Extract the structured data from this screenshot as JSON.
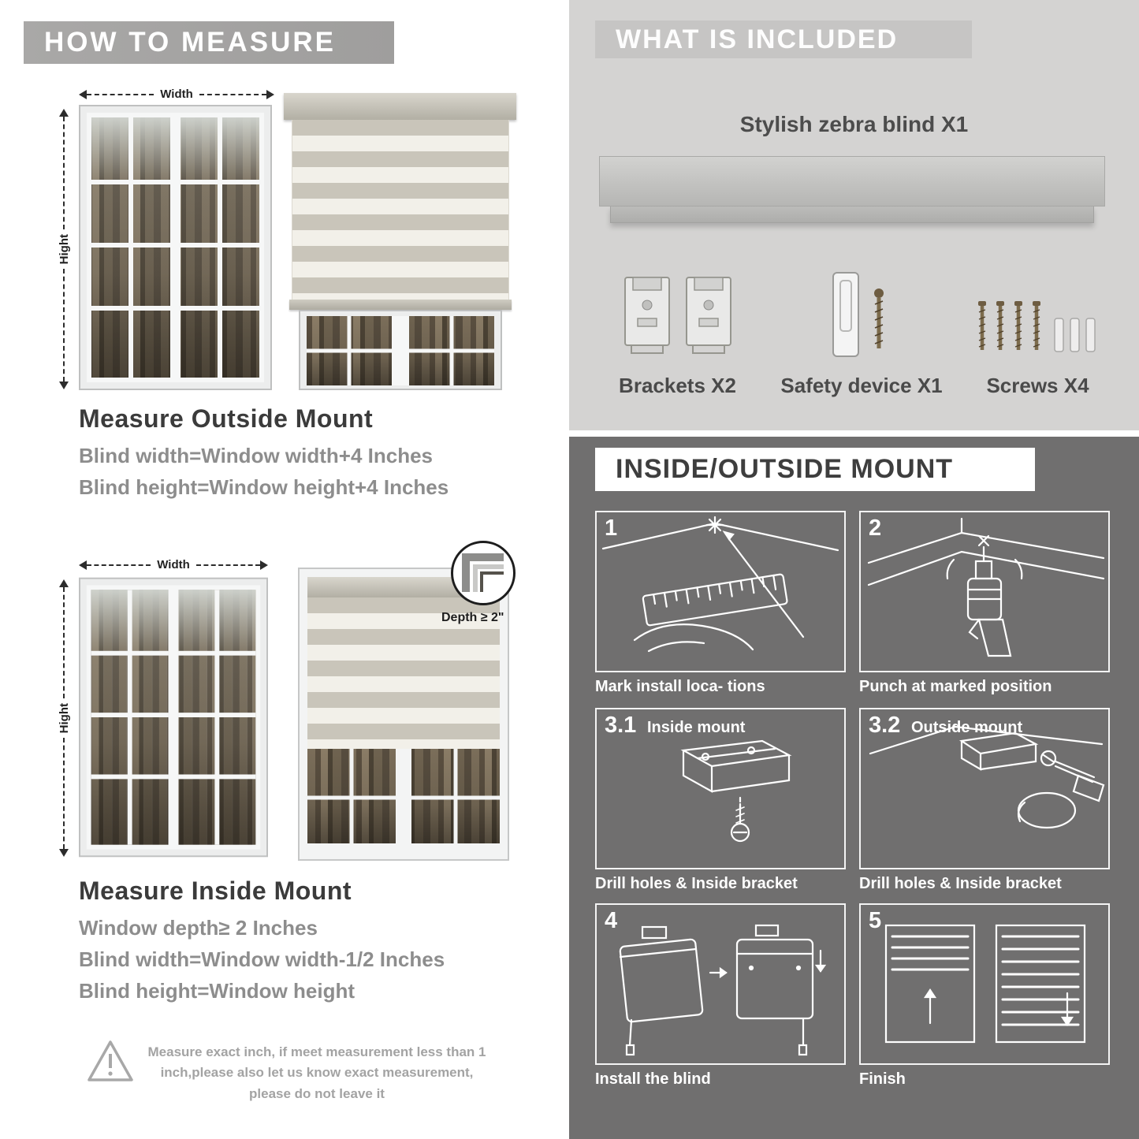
{
  "palette": {
    "header_gray": "#a5a4a3",
    "light_gray_bg": "#d4d3d2",
    "included_bar_gray": "#c6c5c4",
    "dark_bg": "#706f6f",
    "title_dark": "#3b3b3b",
    "body_gray": "#8d8d8d",
    "stripe_gray": "#c9c5ba",
    "stripe_light": "#f2f0e9"
  },
  "left": {
    "header": "HOW TO MEASURE",
    "width_label": "Width",
    "height_label": "Hight",
    "outside": {
      "title": "Measure Outside Mount",
      "line1": "Blind width=Window width+4 Inches",
      "line2": "Blind height=Window height+4 Inches"
    },
    "inside": {
      "depth_callout": "Depth ≥ 2\"",
      "title": "Measure Inside Mount",
      "line1": "Window depth≥ 2 Inches",
      "line2": "Blind width=Window width-1/2 Inches",
      "line3": "Blind height=Window height"
    },
    "note": "Measure exact inch, if meet measurement less than 1 inch,please also let us know exact measurement, please do not leave it"
  },
  "included": {
    "header": "WHAT IS INCLUDED",
    "product": "Stylish zebra blind X1",
    "items": [
      {
        "label": "Brackets X2",
        "icon": "brackets-icon"
      },
      {
        "label": "Safety device X1",
        "icon": "safety-device-icon"
      },
      {
        "label": "Screws X4",
        "icon": "screws-icon"
      }
    ]
  },
  "mount": {
    "header": "INSIDE/OUTSIDE MOUNT",
    "steps": [
      {
        "num": "1",
        "caption": "Mark install loca- tions"
      },
      {
        "num": "2",
        "caption": "Punch at  marked position"
      },
      {
        "num": "3.1",
        "label": "Inside mount",
        "caption": "Drill holes &  Inside bracket"
      },
      {
        "num": "3.2",
        "label": "Outside mount",
        "caption": "Drill holes &  Inside bracket"
      },
      {
        "num": "4",
        "caption": "Install the blind"
      },
      {
        "num": "5",
        "caption": "Finish"
      }
    ]
  }
}
